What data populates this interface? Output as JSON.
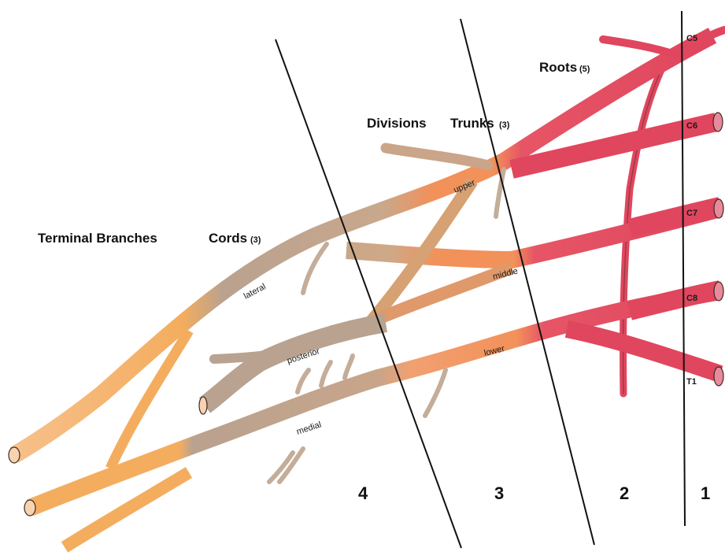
{
  "labels": {
    "terminal": "Terminal Branches",
    "cords": "Cords",
    "cords_count": "(3)",
    "divisions": "Divisions",
    "trunks": "Trunks",
    "trunks_count": "(3)",
    "roots": "Roots",
    "roots_count": "(5)"
  },
  "nerves": {
    "lateral": "lateral",
    "posterior": "posterior",
    "medial": "medial",
    "upper": "upper",
    "middle": "middle",
    "lower": "lower"
  },
  "roots": {
    "c5": "C5",
    "c6": "C6",
    "c7": "C7",
    "c8": "C8",
    "t1": "T1"
  },
  "zones": {
    "z1": "1",
    "z2": "2",
    "z3": "3",
    "z4": "4"
  },
  "colors": {
    "root_red": "#e0465e",
    "trunk_orange": "#f2915a",
    "cord_taupe": "#b9a28f",
    "branch_orange": "#f4ad5e",
    "outline": "#3a2a25"
  }
}
